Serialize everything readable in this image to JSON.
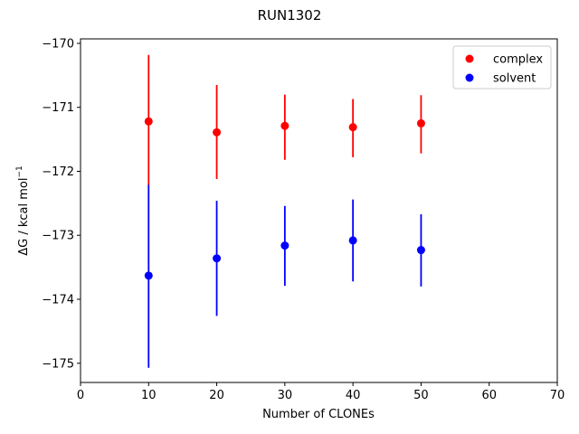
{
  "chart_data": {
    "type": "scatter",
    "title": "RUN1302",
    "xlabel": "Number of CLONEs",
    "ylabel": "ΔG / kcal mol",
    "ylabel_superscript": "−1",
    "xlim": [
      0,
      70
    ],
    "ylim": [
      -175.3,
      -169.93
    ],
    "x_ticks": [
      0,
      10,
      20,
      30,
      40,
      50,
      60,
      70
    ],
    "y_ticks": [
      -175,
      -174,
      -173,
      -172,
      -171,
      -170
    ],
    "x_tick_labels": [
      "0",
      "10",
      "20",
      "30",
      "40",
      "50",
      "60",
      "70"
    ],
    "y_tick_labels": [
      "−175",
      "−174",
      "−173",
      "−172",
      "−171",
      "−170"
    ],
    "grid": false,
    "legend_position": "top-right",
    "series": [
      {
        "name": "complex",
        "color": "#ff0000",
        "points": [
          {
            "x": 10,
            "y": -171.22,
            "err_low": -172.22,
            "err_high": -170.18
          },
          {
            "x": 20,
            "y": -171.39,
            "err_low": -172.12,
            "err_high": -170.65
          },
          {
            "x": 30,
            "y": -171.29,
            "err_low": -171.82,
            "err_high": -170.8
          },
          {
            "x": 40,
            "y": -171.31,
            "err_low": -171.78,
            "err_high": -170.87
          },
          {
            "x": 50,
            "y": -171.25,
            "err_low": -171.72,
            "err_high": -170.81
          }
        ]
      },
      {
        "name": "solvent",
        "color": "#0000ff",
        "points": [
          {
            "x": 10,
            "y": -173.63,
            "err_low": -175.07,
            "err_high": -172.21
          },
          {
            "x": 20,
            "y": -173.36,
            "err_low": -174.26,
            "err_high": -172.46
          },
          {
            "x": 30,
            "y": -173.16,
            "err_low": -173.79,
            "err_high": -172.54
          },
          {
            "x": 40,
            "y": -173.08,
            "err_low": -173.72,
            "err_high": -172.44
          },
          {
            "x": 50,
            "y": -173.23,
            "err_low": -173.8,
            "err_high": -172.67
          }
        ]
      }
    ]
  }
}
